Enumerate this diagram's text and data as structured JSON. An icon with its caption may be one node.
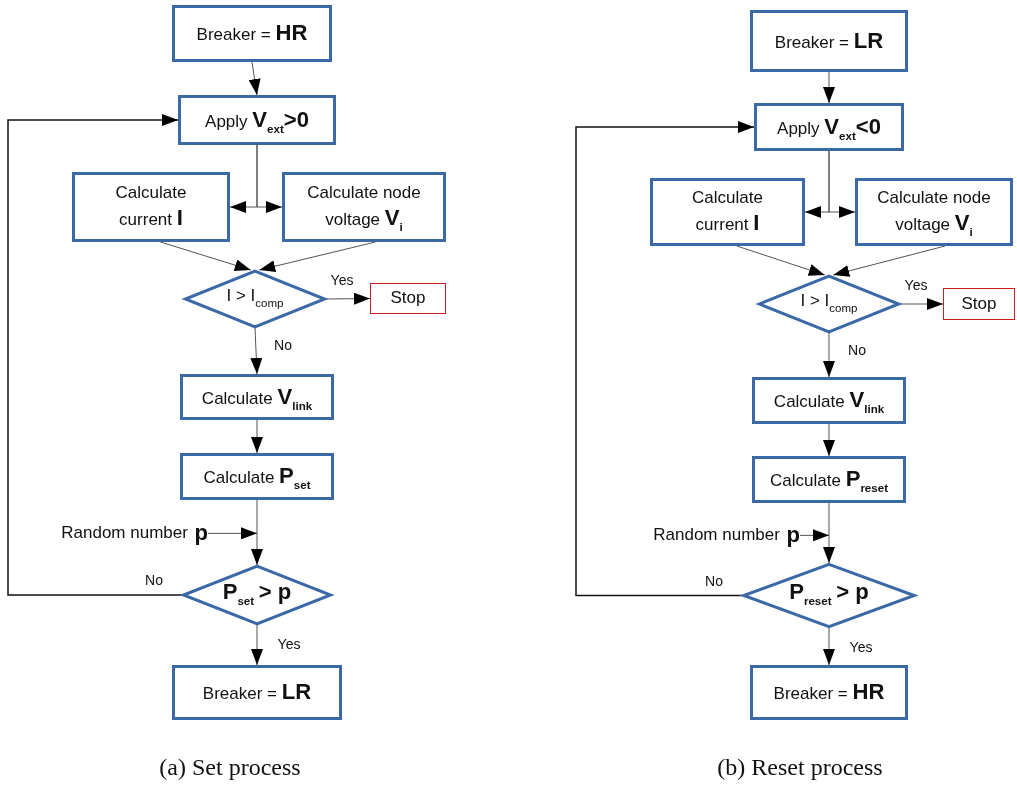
{
  "diagram": {
    "nodes": [
      {
        "text": [
          "Breaker = **HR**"
        ]
      },
      {
        "text": [
          "Apply **V**$_{ext}$**>0**"
        ]
      },
      {
        "text": [
          "Calculate current **I**"
        ]
      },
      {
        "text": [
          "Calculate node voltage **V**$_{i}$"
        ]
      },
      {
        "text": [
          "I > I$_{comp}$"
        ]
      },
      {
        "text": [
          "Stop"
        ]
      },
      {
        "text": [
          "Calculate **V**$_{link}$"
        ]
      },
      {
        "text": [
          "Calculate **P**$_{set}$"
        ]
      },
      {
        "text": [
          "Random number **p**"
        ]
      },
      {
        "text": [
          "**P**$_{set}$ **> p**"
        ]
      },
      {
        "text": [
          "Breaker = **LR**"
        ]
      },
      {
        "text": [
          "Breaker = **LR**"
        ]
      },
      {
        "text": [
          "Apply **V**$_{ext}$**<0**"
        ]
      },
      {
        "text": [
          "Calculate current **I**"
        ]
      },
      {
        "text": [
          "Calculate node voltage **V**$_{i}$"
        ]
      },
      {
        "text": [
          "I > I$_{comp}$"
        ]
      },
      {
        "text": [
          "Stop"
        ]
      },
      {
        "text": [
          "Calculate **V**$_{link}$"
        ]
      },
      {
        "text": [
          "Calculate **P**$_{reset}$"
        ]
      },
      {
        "text": [
          "Random number **p**"
        ]
      },
      {
        "text": [
          "**P**$_{reset}$ **> p**"
        ]
      },
      {
        "text": [
          "Breaker = **HR**"
        ]
      }
    ],
    "edges": [
      {
        "from": 0,
        "to": 1,
        "arrow": "to"
      },
      {
        "from": 1,
        "to": 2,
        "arrow": "to"
      },
      {
        "from": 1,
        "to": 3,
        "arrow": "to"
      },
      {
        "from": 2,
        "to": 4,
        "arrow": "to"
      },
      {
        "from": 3,
        "to": 4,
        "arrow": "to"
      },
      {
        "from": 4,
        "to": 5,
        "arrow": "to",
        "label": "Yes"
      },
      {
        "from": 4,
        "to": 6,
        "arrow": "to",
        "label": "No"
      },
      {
        "from": 6,
        "to": 7,
        "arrow": "to"
      },
      {
        "from": 7,
        "to": 9,
        "arrow": "to"
      },
      {
        "from": 8,
        "to": null,
        "arrow": "to"
      },
      {
        "from": 9,
        "to": 1,
        "arrow": "to",
        "label": "No"
      },
      {
        "from": 9,
        "to": 10,
        "arrow": "to",
        "label": "Yes"
      },
      {
        "from": 11,
        "to": 12,
        "arrow": "to"
      },
      {
        "from": 12,
        "to": 13,
        "arrow": "to"
      },
      {
        "from": 12,
        "to": 14,
        "arrow": "to"
      },
      {
        "from": 13,
        "to": 15,
        "arrow": "to"
      },
      {
        "from": 14,
        "to": 15,
        "arrow": "to"
      },
      {
        "from": 15,
        "to": 16,
        "arrow": "to",
        "label": "Yes"
      },
      {
        "from": 15,
        "to": 17,
        "arrow": "to",
        "label": "No"
      },
      {
        "from": 17,
        "to": 18,
        "arrow": "to"
      },
      {
        "from": 18,
        "to": 20,
        "arrow": "to"
      },
      {
        "from": 19,
        "to": null,
        "arrow": "to"
      },
      {
        "from": 20,
        "to": 12,
        "arrow": "to",
        "label": "No"
      },
      {
        "from": 20,
        "to": 21,
        "arrow": "to",
        "label": "Yes"
      }
    ],
    "labels": [
      "(a) Set process",
      "(b) Reset process"
    ]
  }
}
